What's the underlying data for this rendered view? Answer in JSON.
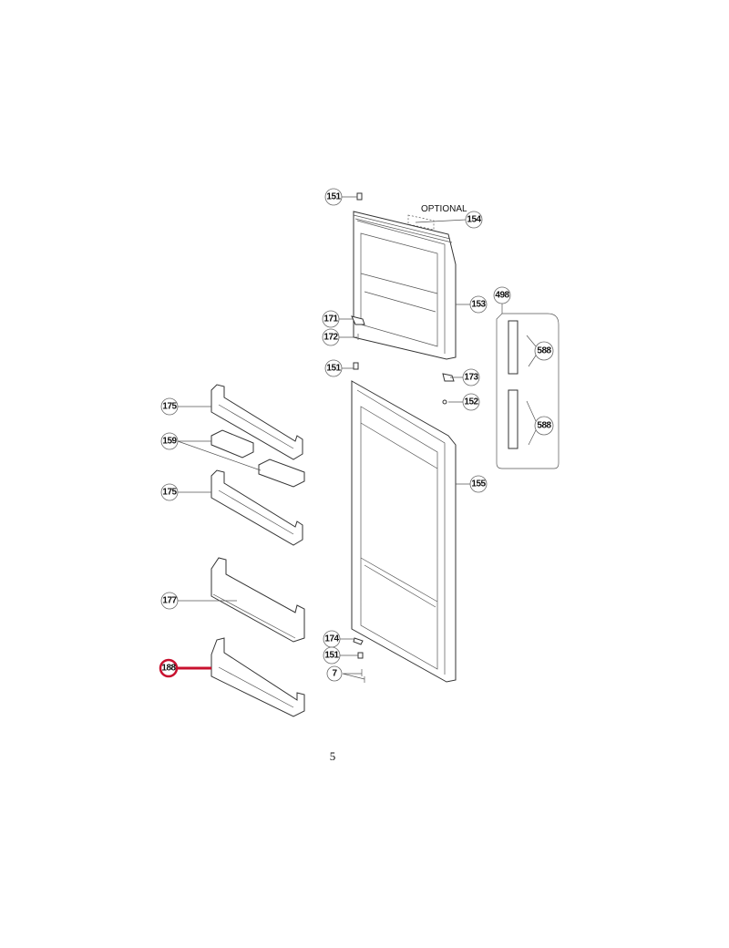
{
  "diagram": {
    "optional_label": "OPTIONAL",
    "highlight_color": "#c8102e",
    "callouts": {
      "c151a": "151",
      "c154": "154",
      "c153": "153",
      "c498": "498",
      "c171": "171",
      "c172": "172",
      "c588a": "588",
      "c151b": "151",
      "c173": "173",
      "c152": "152",
      "c588b": "588",
      "c175a": "175",
      "c159": "159",
      "c155": "155",
      "c175b": "175",
      "c177": "177",
      "c174": "174",
      "c151c": "151",
      "c7": "7",
      "c188": "188"
    },
    "page_number": "5"
  }
}
